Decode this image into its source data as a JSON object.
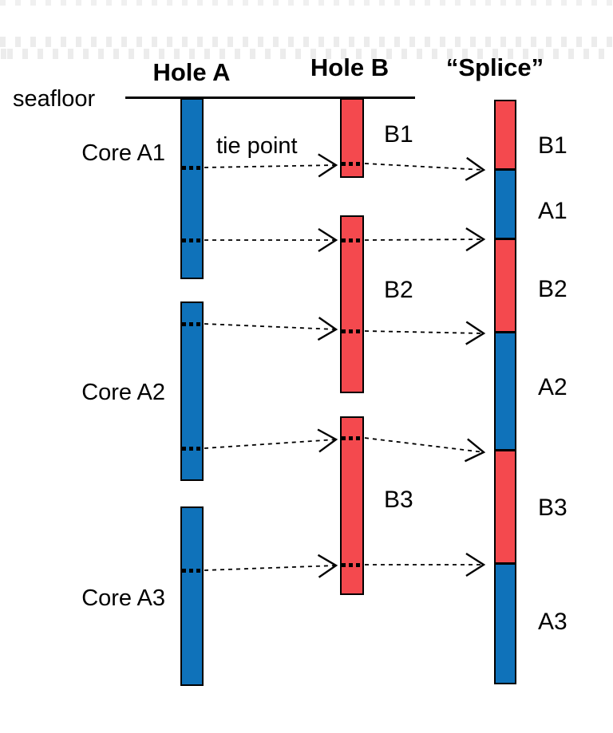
{
  "headers": {
    "hole_a": "Hole A",
    "hole_b": "Hole B",
    "splice": "“Splice”"
  },
  "annotations": {
    "seafloor": "seafloor",
    "tie_point": "tie point"
  },
  "hole_a_cores": [
    {
      "label": "Core A1",
      "color": "#0f72ba"
    },
    {
      "label": "Core A2",
      "color": "#0f72ba"
    },
    {
      "label": "Core A3",
      "color": "#0f72ba"
    }
  ],
  "hole_b_cores": [
    {
      "label": "B1",
      "color": "#f4494e"
    },
    {
      "label": "B2",
      "color": "#f4494e"
    },
    {
      "label": "B3",
      "color": "#f4494e"
    }
  ],
  "splice_segments": [
    {
      "label": "B1",
      "color": "#f4494e"
    },
    {
      "label": "A1",
      "color": "#0f72ba"
    },
    {
      "label": "B2",
      "color": "#f4494e"
    },
    {
      "label": "A2",
      "color": "#0f72ba"
    },
    {
      "label": "B3",
      "color": "#f4494e"
    },
    {
      "label": "A3",
      "color": "#0f72ba"
    }
  ],
  "colors": {
    "hole_a_fill": "#0f72ba",
    "hole_b_fill": "#f4494e",
    "outline": "#000000",
    "texture": "#ececec"
  }
}
